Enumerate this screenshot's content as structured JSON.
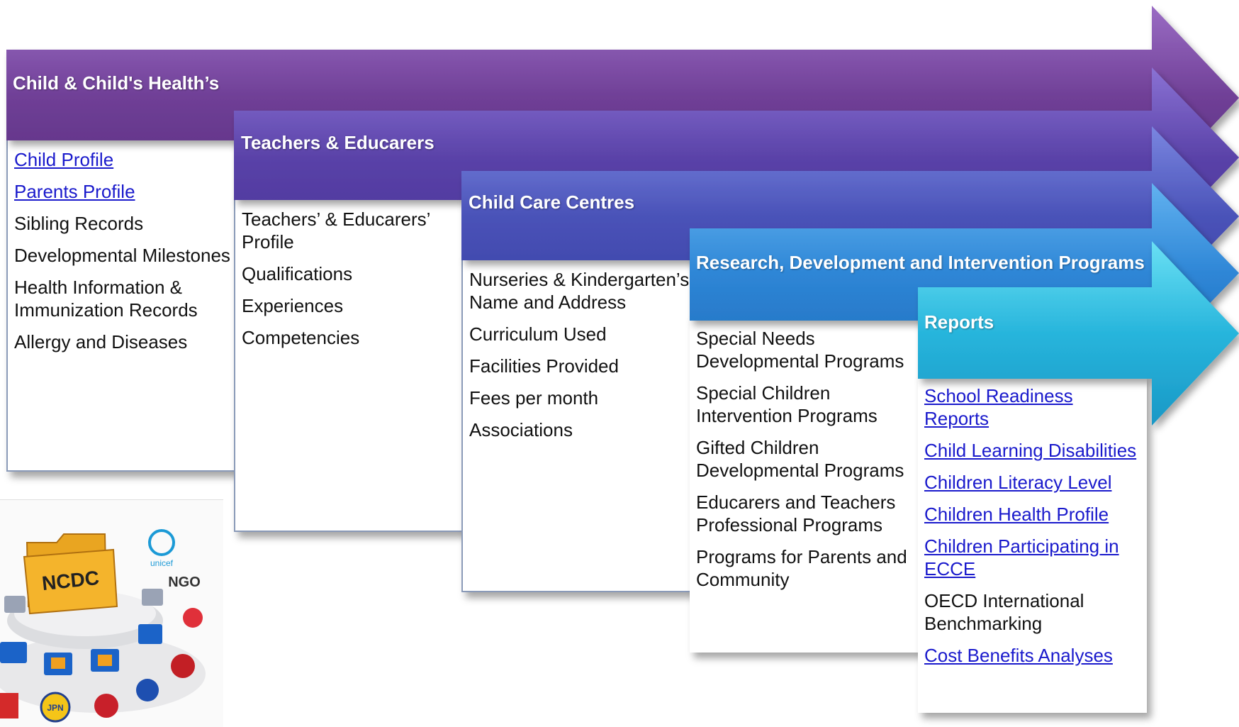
{
  "columns": [
    {
      "title": "Child & Child's Health’s",
      "items": [
        {
          "text": "Child Profile",
          "link": true
        },
        {
          "text": "Parents Profile",
          "link": true
        },
        {
          "text": "Sibling Records",
          "link": false
        },
        {
          "text": "Developmental Milestones",
          "link": false
        },
        {
          "text": "Health Information & Immunization Records",
          "link": false
        },
        {
          "text": "Allergy and Diseases",
          "link": false
        }
      ]
    },
    {
      "title": "Teachers & Educarers",
      "items": [
        {
          "text": "Teachers’ & Educarers’ Profile",
          "link": false
        },
        {
          "text": "Qualifications",
          "link": false
        },
        {
          "text": "Experiences",
          "link": false
        },
        {
          "text": "Competencies",
          "link": false
        }
      ]
    },
    {
      "title": "Child Care Centres",
      "items": [
        {
          "text": "Nurseries & Kindergarten’s Name and Address",
          "link": false
        },
        {
          "text": "Curriculum Used",
          "link": false
        },
        {
          "text": "Facilities Provided",
          "link": false
        },
        {
          "text": "Fees per month",
          "link": false
        },
        {
          "text": "Associations",
          "link": false
        }
      ]
    },
    {
      "title": "Research, Development and Intervention  Programs",
      "items": [
        {
          "text": "Special Needs Developmental Programs",
          "link": false
        },
        {
          "text": "Special Children Intervention Programs",
          "link": false
        },
        {
          "text": "Gifted Children Developmental Programs",
          "link": false
        },
        {
          "text": "Educarers and Teachers Professional Programs",
          "link": false
        },
        {
          "text": "Programs for Parents and Community",
          "link": false
        }
      ]
    },
    {
      "title": "Reports",
      "items": [
        {
          "text": "School Readiness Reports",
          "link": true
        },
        {
          "text": "Child Learning Disabilities",
          "link": true
        },
        {
          "text": "Children Literacy Level",
          "link": true
        },
        {
          "text": "Children Health Profile",
          "link": true
        },
        {
          "text": "Children Participating in ECCE",
          "link": true
        },
        {
          "text": "OECD International Benchmarking",
          "link": false
        },
        {
          "text": "Cost Benefits Analyses",
          "link": true
        }
      ]
    }
  ],
  "logo": {
    "center_label": "NCDC",
    "partner_labels": [
      "unicef",
      "NGO",
      "JPN"
    ]
  },
  "colors": [
    "#6f3f96",
    "#5a42a8",
    "#4a52b8",
    "#2e86d6",
    "#27b5dc"
  ]
}
